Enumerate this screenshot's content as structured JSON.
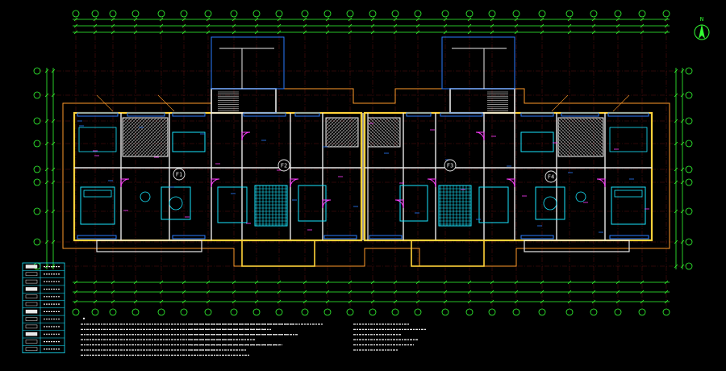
{
  "drawing": {
    "unit_labels": [
      "F1",
      "F2",
      "F3",
      "F4"
    ],
    "north_label": "N",
    "colors": {
      "background": "#000000",
      "dim_green": "#33ff33",
      "wall_yellow": "#ffd23a",
      "wall_white": "#e8e8e8",
      "window_blue": "#2a7bff",
      "cyan": "#19e6ff",
      "magenta": "#ff3cff",
      "orange": "#ff9a2a",
      "red_axis": "#ff3030",
      "hatch_gray": "#9a9a9a"
    }
  },
  "legend": {
    "title": "",
    "rows": 12
  }
}
